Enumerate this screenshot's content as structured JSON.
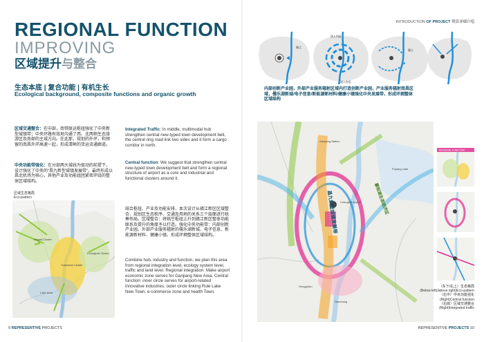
{
  "header": {
    "title_main": "REGIONAL FUNCTION",
    "title_sub": "IMPROVING",
    "title_cn_a": "区域提升",
    "title_cn_b": "与整合",
    "intro_a": "INTRODUCTION ",
    "intro_b": "OF PROJECT",
    "intro_c": " 项目详细介绍"
  },
  "section": {
    "cn": "生态本底 | 复合功能 | 有机生长",
    "en": "Ecological background, composite functions and organic growth"
  },
  "left_col": {
    "p1_title": "区域交通整合：",
    "p1_body": "在中部，南铁联运枢纽强化了中央新型城镇带；中央环路有效地沟通了西、北两侧生态旅游区及南部的主城方向。在此那，规划的外环，和预留的南昌外环高速一起，形成清晰的货运流通廊道。",
    "p2_title": "中央功能带强化：",
    "p2_body": "在分部两大城线为驱动的前提下，设计强化了中央的“昌九新型城镇发展带”，最终形成以昌北机场为核心，其他产业及功能组团紧密环绕的整体区域结构。",
    "eco_cn": "区域生态格局",
    "eco_en": "Eco-pattern"
  },
  "mid_col": {
    "p1_title": "Integrated Traffic",
    "p1_body": ": In middle, multimodal hub strengthen central new-typed town development belt, the central ring road link two sides and it form a cargo corridor in north.",
    "p2_title": "Central function",
    "p2_body": ": We suggest that strengthen central new-typed town development belt and form a regional structure of airport as a core and industrial and functional clusters around it.",
    "cn_body": "结合枢纽、产业及功能安排，本次设计从赣江新区区域整合、规划区生态秩序、交通及用地的关系三个层面进行统筹布局。区域整合：将临空枢纽上升到赣江新区整体功能联系及提升的角度予以打造。强化中央功能带：内部创新产业园，外部产业服务辐射的儒乐湖新城、电子信息、新能源新材料、健康小镇，形成环拥整体区域结构。",
    "en_body": "Combine hub, industry and function, we plan this area from regional integration level, ecology system level, traffic and land level. Regional integration: Make airport economic zone serves for Ganjiang New Area. Central function: inner circle serves for airport-related innovative industries, outer circle linking Rule Lake New Town, e-commerce zone and health Town."
  },
  "right_page": {
    "note": "内部创新产业园，外部产业服务辐射区域内打造创新产业园，产业服务辐射南昌区域，儒乐湖新城/电子信息/新能源新材料/健康小镇强化中央发展带，形成环拥整体区域结构",
    "river_label": "赣江",
    "river_label_2": "赣江",
    "diag_lbl_1": "进入内区",
    "diag_lbl_2": "进入外区",
    "map_lbl_1": "Ganjiang Station",
    "map_lbl_2": "Poyang Lake",
    "map_lbl_3": "Changbei Airport",
    "map_lbl_4": "Nanchang",
    "map_lbl_5": "Honggutan",
    "band_lbl_1": "昌九新型城镇发展带",
    "band_lbl_2": "鄱阳湖生态经济区",
    "legend_1": "（东下/右上）生态格局",
    "legend_2": "(Below left)/above right)Eco-pattern",
    "legend_3": "（右中）中央功能强化",
    "legend_4": "(Right)Central function",
    "legend_5": "（右底）区域交通整合",
    "legend_6": "(Right)Integrated traffic",
    "thumb_title": "REGIONAL FUNCTION"
  },
  "eco_map": {
    "lbl_1": "Tongda Cluster",
    "lbl_2": "Yuanshan Cluster",
    "lbl_3": "Ecological Cluster",
    "lbl_4": "Lake Area"
  },
  "footer": {
    "left_num": "9",
    "left_a": "REPRESENTIVE",
    "left_b": " PROJECTS",
    "right_a": "REPRESENTIVE ",
    "right_b": "PROJECTS",
    "right_num": "10"
  },
  "colors": {
    "title": "#15526b",
    "subtitle": "#8a9aa3",
    "blue_route": "#1f8fd8",
    "magenta": "#e0258d",
    "green_eco": "#8cc63f",
    "yellow_zone": "#f7d23b"
  }
}
